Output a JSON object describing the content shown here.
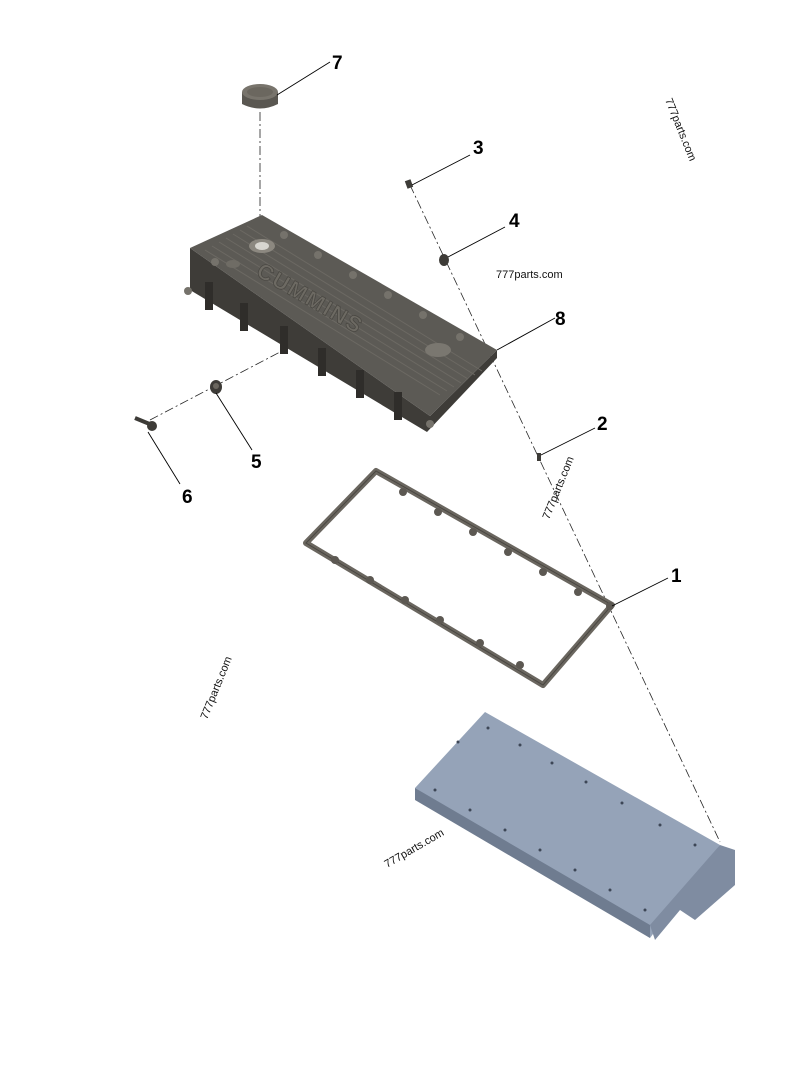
{
  "diagram": {
    "callouts": {
      "c1": "1",
      "c2": "2",
      "c3": "3",
      "c4": "4",
      "c5": "5",
      "c6": "6",
      "c7": "7",
      "c8": "8"
    },
    "watermarks": {
      "w1": "777parts.com",
      "w2": "777parts.com",
      "w3": "777parts.com",
      "w4": "777parts.com",
      "w5": "777parts.com"
    },
    "brand_text": "CUMMINS",
    "colors": {
      "cover": "#5c5a55",
      "cover_dark": "#3e3c38",
      "cover_light": "#7a7770",
      "gasket": "#6a665f",
      "head": "#95a3b8",
      "head_dark": "#6f7c90"
    }
  }
}
